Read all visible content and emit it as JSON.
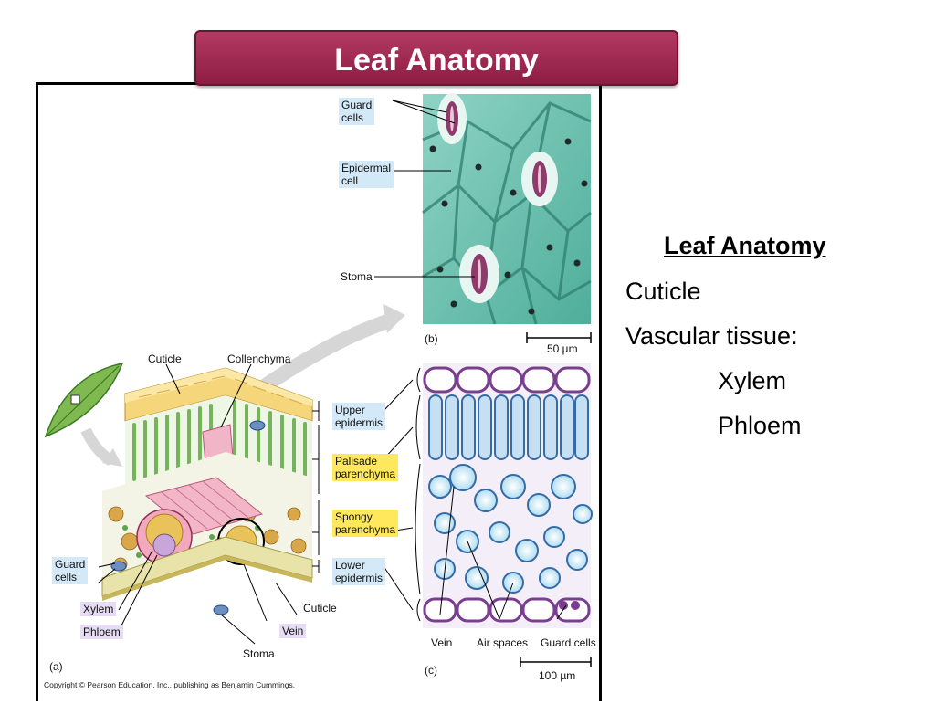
{
  "title": "Leaf Anatomy",
  "figure": {
    "micrograph_b": {
      "labels": {
        "guard_cells": "Guard\ncells",
        "epidermal_cell": "Epidermal\ncell",
        "stoma": "Stoma"
      },
      "panel": "(b)",
      "scale": "50 µm"
    },
    "diagram_a": {
      "labels": {
        "cuticle_top": "Cuticle",
        "collenchyma": "Collenchyma",
        "upper_epidermis": "Upper\nepidermis",
        "palisade": "Palisade\nparenchyma",
        "spongy": "Spongy\nparenchyma",
        "lower_epidermis": "Lower\nepidermis",
        "guard_cells": "Guard\ncells",
        "xylem": "Xylem",
        "phloem": "Phloem",
        "cuticle_bottom": "Cuticle",
        "vein": "Vein",
        "stoma": "Stoma"
      },
      "panel": "(a)"
    },
    "micrograph_c": {
      "labels": {
        "vein": "Vein",
        "air_spaces": "Air spaces",
        "guard_cells": "Guard cells"
      },
      "panel": "(c)",
      "scale": "100 µm"
    },
    "copyright": "Copyright © Pearson Education, Inc., publishing as Benjamin Cummings."
  },
  "side_panel": {
    "heading": "Leaf Anatomy",
    "lines": [
      "Cuticle",
      "Vascular tissue:",
      "Xylem",
      "Phloem"
    ]
  },
  "colors": {
    "banner": "#a0284f",
    "label_blue": "#d4e9f7",
    "label_yellow": "#ffe85c",
    "label_purple": "#e6dcf3",
    "micrograph_b_bg": "#6cbfae"
  }
}
